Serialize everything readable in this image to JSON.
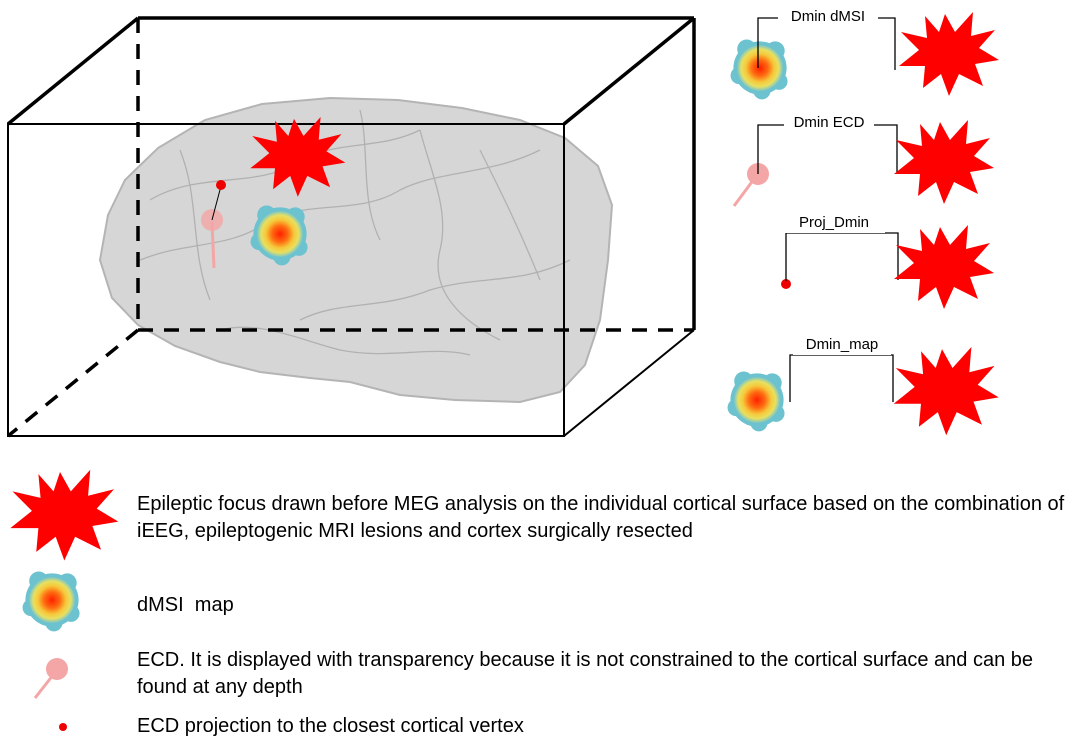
{
  "colors": {
    "focus_red": "#ff0000",
    "box_line": "#000000",
    "brain_gray": "#c8c8c8",
    "ecd_pink": "#f4a5a5",
    "ecd_projection_red": "#ee0000",
    "dmsi_outer": "#6cc2cf",
    "dmsi_mid": "#f3d23a",
    "dmsi_inner": "#ff2a00"
  },
  "icons": {
    "epileptic_focus": "red-starburst-icon",
    "dmsi_map": "dmsi-blob-icon",
    "ecd": "ecd-lollipop-icon",
    "ecd_projection": "red-dot-icon"
  },
  "distance_panels": [
    {
      "label": "Dmin dMSI",
      "source": "dmsi-map"
    },
    {
      "label": "Dmin ECD",
      "source": "ecd"
    },
    {
      "label": "Proj_Dmin",
      "source": "ecd-projection"
    },
    {
      "label": "Dmin_map",
      "source": "dmsi-map"
    }
  ],
  "legend": [
    {
      "icon": "epileptic-focus",
      "text": "Epileptic focus drawn before MEG analysis on the individual cortical surface based on the combination of iEEG, epileptogenic MRI lesions and cortex surgically resected"
    },
    {
      "icon": "dmsi-map",
      "text": "dMSI  map"
    },
    {
      "icon": "ecd",
      "text": "ECD. It is  displayed with transparency because it is not constrained to the cortical surface and can be found at any depth"
    },
    {
      "icon": "ecd-projection",
      "text": "ECD projection to the closest cortical vertex"
    }
  ]
}
